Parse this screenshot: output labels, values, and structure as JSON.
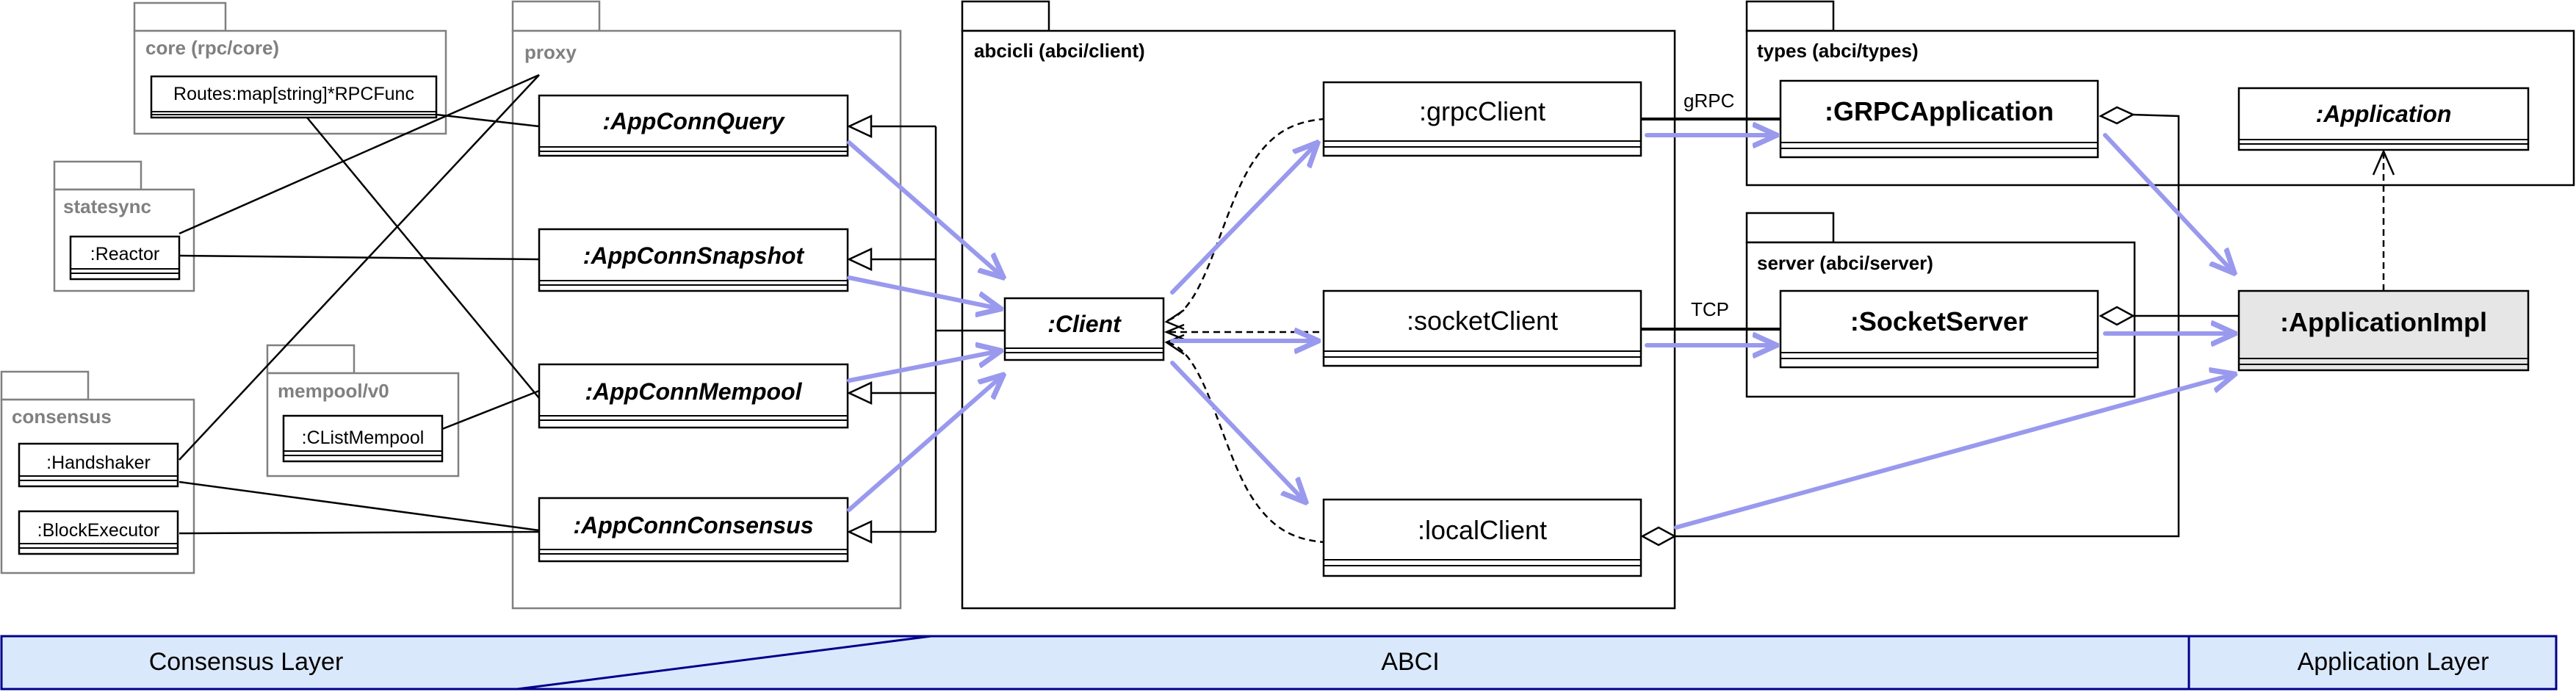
{
  "colors": {
    "package_gray": "#808080",
    "arrow_blue": "#9999ee",
    "band_fill": "#dae8fc",
    "band_stroke": "#00008b",
    "impl_fill": "#e6e6e6"
  },
  "packages": {
    "core": "core (rpc/core)",
    "statesync": "statesync",
    "consensus": "consensus",
    "mempool": "mempool/v0",
    "proxy": "proxy",
    "abcicli": "abcicli (abci/client)",
    "types": "types (abci/types)",
    "server": "server (abci/server)"
  },
  "objects": {
    "routes": "Routes:map[string]*RPCFunc",
    "reactor": ":Reactor",
    "handshaker": ":Handshaker",
    "block_executor": ":BlockExecutor",
    "clist_mempool": ":CListMempool",
    "conn_query": ":AppConnQuery",
    "conn_snapshot": ":AppConnSnapshot",
    "conn_mempool": ":AppConnMempool",
    "conn_consensus": ":AppConnConsensus",
    "client": ":Client",
    "grpc_client": ":grpcClient",
    "socket_client": ":socketClient",
    "local_client": ":localClient",
    "grpc_application": ":GRPCApplication",
    "socket_server": ":SocketServer",
    "application": ":Application",
    "application_impl": ":ApplicationImpl"
  },
  "connections": {
    "grpc": "gRPC",
    "tcp": "TCP"
  },
  "layers": {
    "consensus": "Consensus Layer",
    "abci": "ABCI",
    "application": "Application Layer"
  }
}
